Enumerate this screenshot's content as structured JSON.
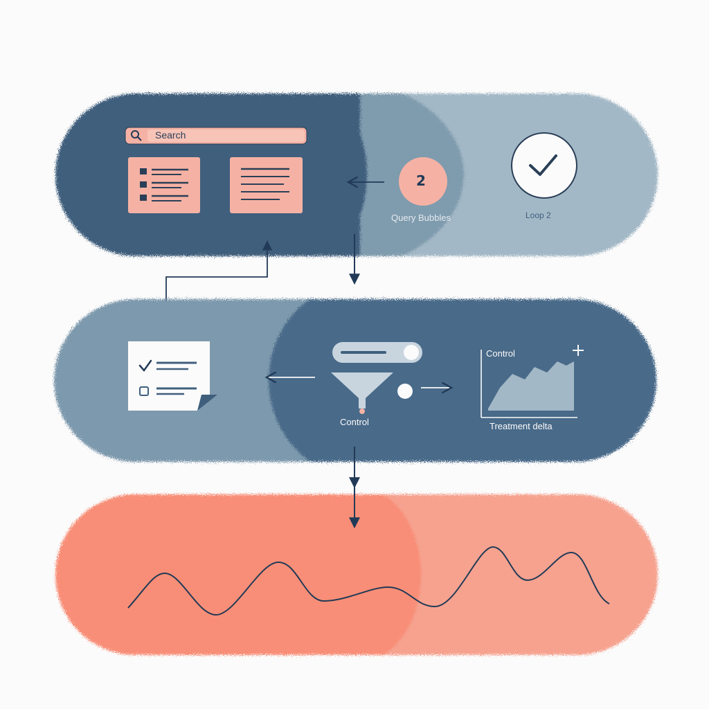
{
  "colors": {
    "navy": "#3f5f7d",
    "slate": "#7d99ad",
    "light_slate": "#a3b8c6",
    "peach": "#f5b2a4",
    "coral": "#f88e77",
    "line": "#213a57",
    "paper": "#fbfbfb"
  },
  "stage1": {
    "search_placeholder": "Search",
    "step_number": "2",
    "step_label": "Query Bubbles",
    "loop_label": "Loop 2",
    "search_icon": "magnifier-icon",
    "check_icon": "checkmark-icon"
  },
  "stage2": {
    "funnel_label": "Control",
    "chart_top_label": "Control",
    "chart_bottom_label": "Treatment delta",
    "plus_icon": "plus-icon",
    "document_icon": "checklist-document-icon"
  },
  "stage3": {
    "wave_icon": "signal-wave-icon"
  }
}
